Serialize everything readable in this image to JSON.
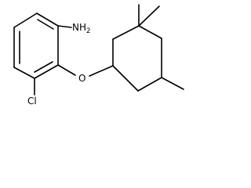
{
  "labels": {
    "amine_n": "N",
    "amine_h": "H",
    "amine_sub": "2",
    "ether_o": "O",
    "chloro": "Cl"
  }
}
